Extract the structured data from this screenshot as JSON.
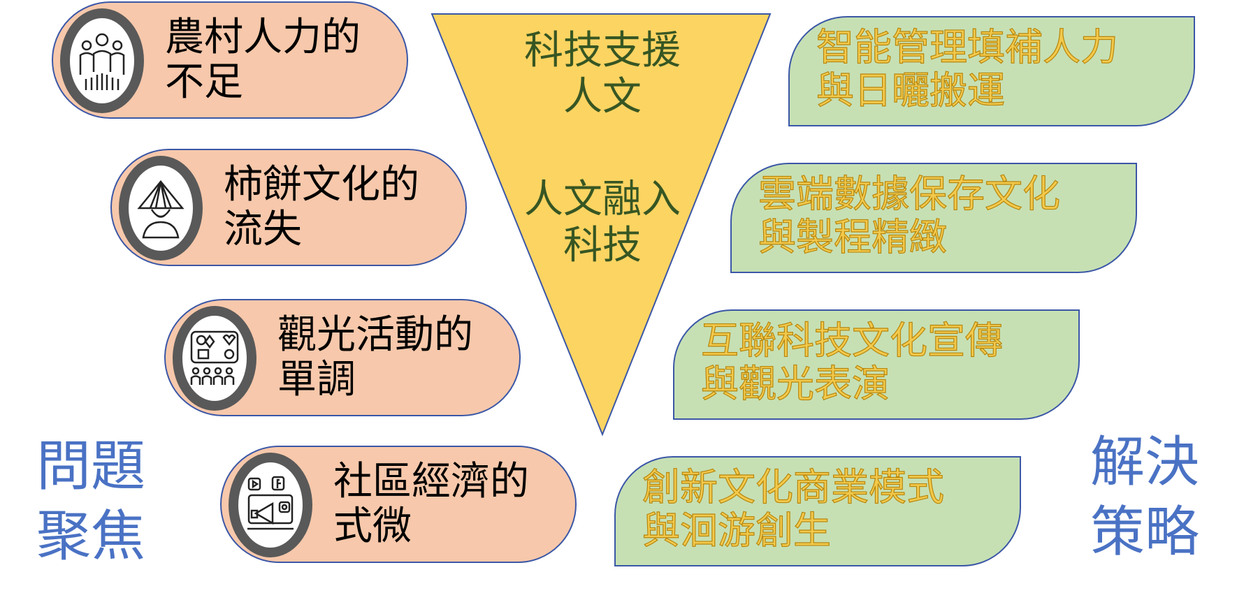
{
  "problems": [
    {
      "text": "農村人力的\n不足",
      "icon": "people-icon"
    },
    {
      "text": "柿餅文化的\n流失",
      "icon": "farmer-hat-icon"
    },
    {
      "text": "觀光活動的\n單調",
      "icon": "audience-screen-icon"
    },
    {
      "text": "社區經濟的\n式微",
      "icon": "megaphone-social-icon"
    }
  ],
  "solutions": [
    {
      "text": "智能管理填補人力\n與日曬搬運"
    },
    {
      "text": "雲端數據保存文化\n與製程精緻"
    },
    {
      "text": "互聯科技文化宣傳\n與觀光表演"
    },
    {
      "text": "創新文化商業模式\n與洄游創生"
    }
  ],
  "funnel": {
    "top_text": "科技支援\n人文",
    "bottom_text": "人文融入\n科技",
    "fill_color": "#fcd462",
    "text_color": "#375623"
  },
  "labels": {
    "left": "問題\n聚焦",
    "right": "解決\n策略"
  },
  "colors": {
    "problem_fill": "#f7c8ab",
    "solution_fill": "#c6e0b4",
    "outline": "#3b57a6",
    "solution_text": "#f2c94c",
    "side_label": "#4a72c4"
  }
}
